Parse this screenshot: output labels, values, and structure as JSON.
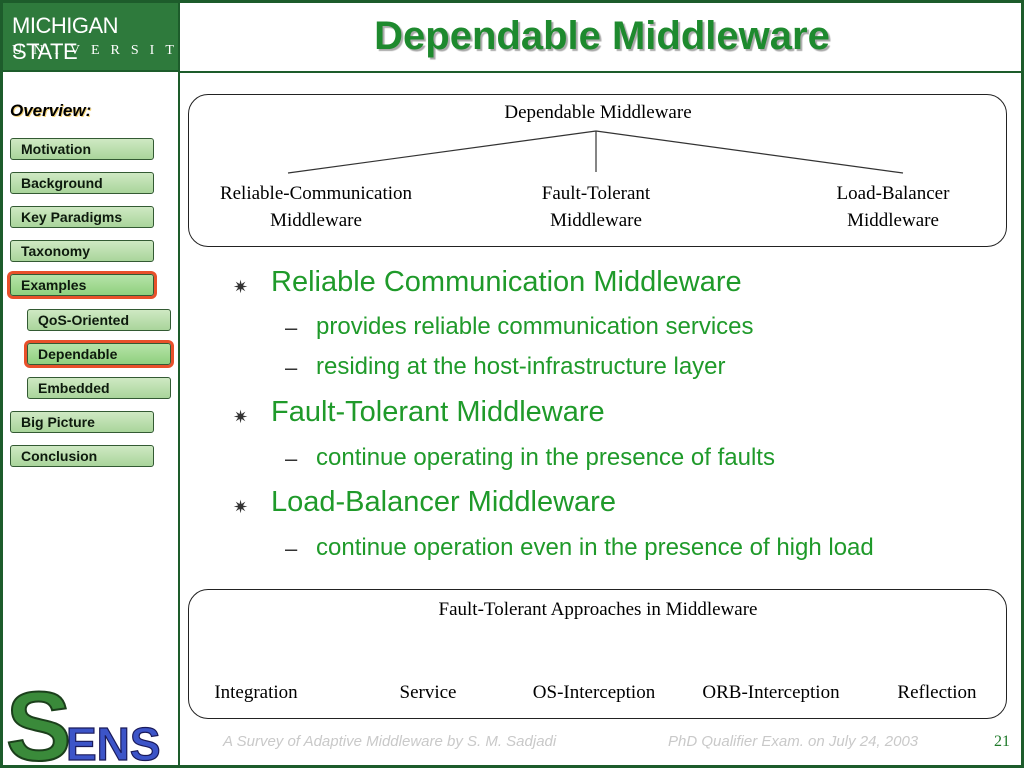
{
  "logo": {
    "line1": "MICHIGAN STATE",
    "line2": "UNIVERSITY"
  },
  "title": "Dependable Middleware",
  "sidebar": {
    "overview": "Overview:",
    "items": [
      {
        "label": "Motivation"
      },
      {
        "label": "Background"
      },
      {
        "label": "Key Paradigms"
      },
      {
        "label": "Taxonomy"
      },
      {
        "label": "Examples"
      },
      {
        "label": "QoS-Oriented"
      },
      {
        "label": "Dependable"
      },
      {
        "label": "Embedded"
      },
      {
        "label": "Big Picture"
      },
      {
        "label": "Conclusion"
      }
    ]
  },
  "diagram1": {
    "root": "Dependable Middleware",
    "children": [
      {
        "line1": "Reliable-Communication",
        "line2": "Middleware"
      },
      {
        "line1": "Fault-Tolerant",
        "line2": "Middleware"
      },
      {
        "line1": "Load-Balancer",
        "line2": "Middleware"
      }
    ]
  },
  "bullets": [
    {
      "text": "Reliable Communication Middleware",
      "subs": [
        "provides reliable communication services",
        "residing at the host-infrastructure layer"
      ]
    },
    {
      "text": "Fault-Tolerant Middleware",
      "subs": [
        "continue operating in the presence of faults"
      ]
    },
    {
      "text": "Load-Balancer Middleware",
      "subs": [
        "continue operation even in the presence of high load"
      ]
    }
  ],
  "marks": {
    "bullet": "✷",
    "dash": "–"
  },
  "diagram2": {
    "root": "Fault-Tolerant Approaches in Middleware",
    "children": [
      "Integration",
      "Service",
      "OS-Interception",
      "ORB-Interception",
      "Reflection"
    ]
  },
  "footer": {
    "left": "A Survey of Adaptive Middleware by S. M. Sadjadi",
    "right": "PhD Qualifier Exam. on  July 24, 2003",
    "page": "21",
    "sens": "SENS"
  },
  "colors": {
    "accent_green": "#1f9a2a",
    "title_green": "#1e8a2e",
    "frame_green": "#1d5c2b",
    "active_outline": "#e8502a"
  }
}
